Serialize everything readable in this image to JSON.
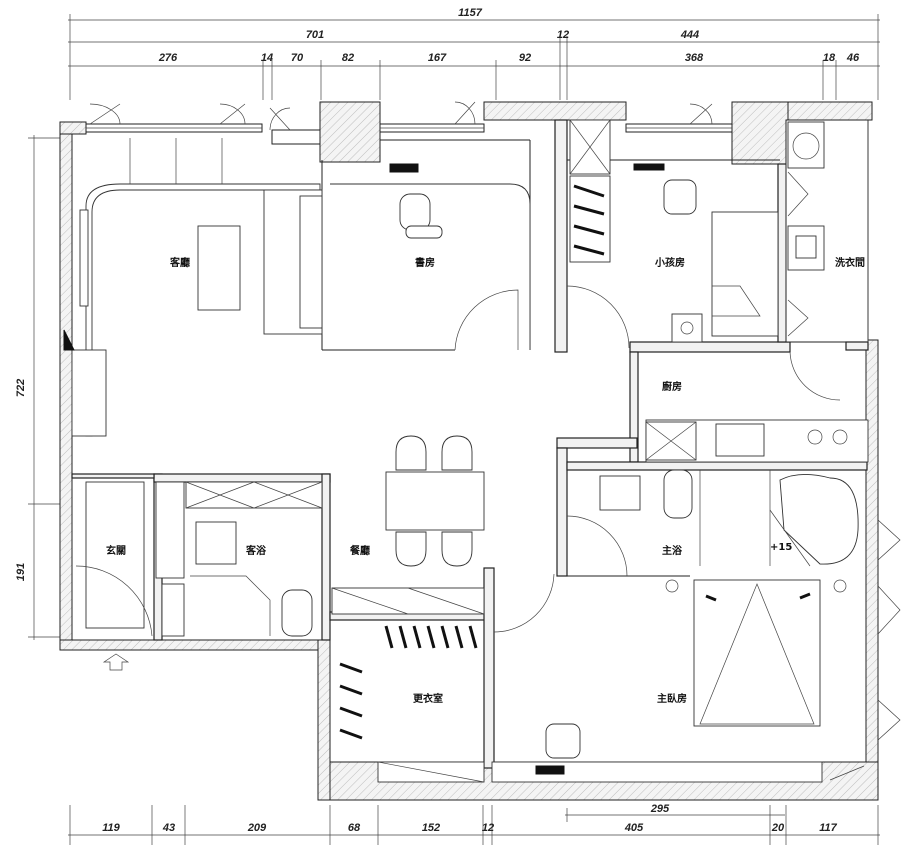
{
  "dimensions": {
    "top_total": "1157",
    "top_row2": [
      "701",
      "12",
      "444"
    ],
    "top_row3": [
      "276",
      "14",
      "70",
      "82",
      "167",
      "92",
      "368",
      "18",
      "46"
    ],
    "left": [
      "722",
      "191"
    ],
    "bottom_row1": [
      "295"
    ],
    "bottom_row2": [
      "119",
      "43",
      "209",
      "68",
      "152",
      "12",
      "405",
      "20",
      "117"
    ]
  },
  "rooms": {
    "living": "客廳",
    "study": "書房",
    "kids_room": "小孩房",
    "laundry": "洗衣間",
    "kitchen": "廚房",
    "entrance": "玄關",
    "guest_bath": "客浴",
    "dining": "餐廳",
    "main_bath": "主浴",
    "walk_in_closet": "更衣室",
    "master_bedroom": "主臥房"
  },
  "annotations": {
    "shower_mark": "+15"
  }
}
